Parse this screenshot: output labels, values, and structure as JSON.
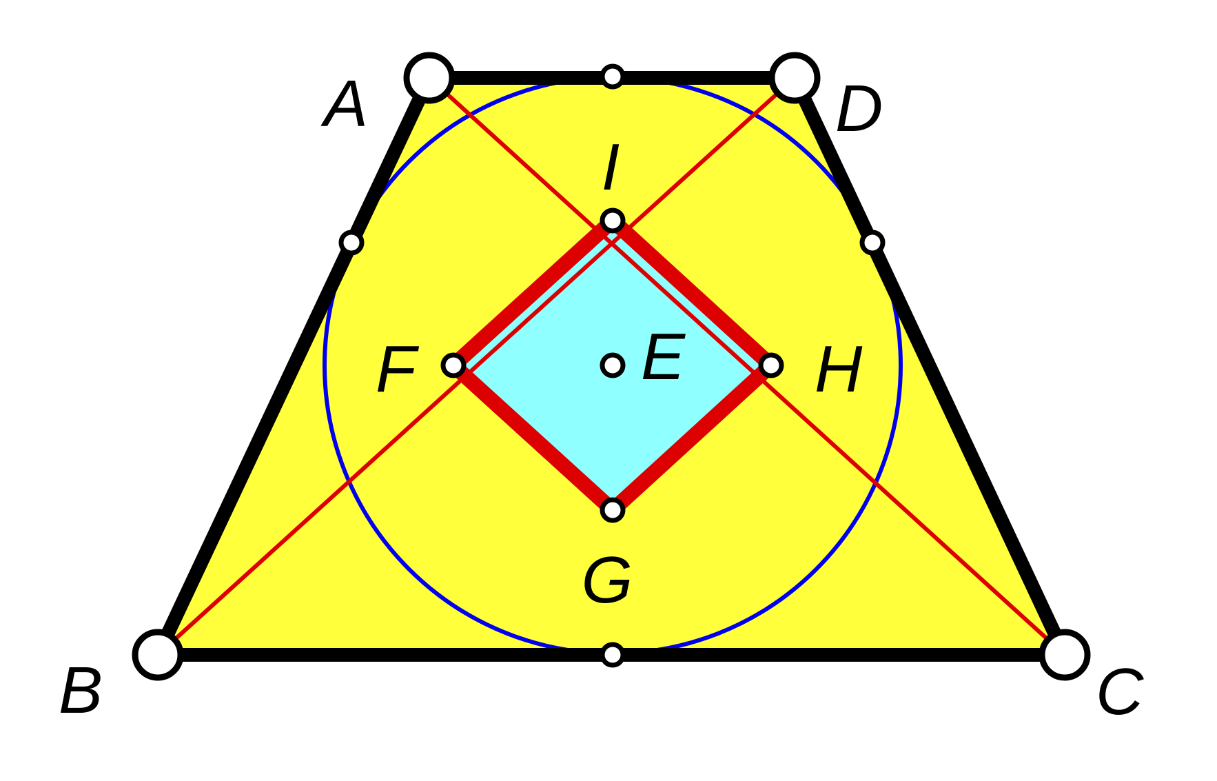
{
  "labels": {
    "A": "A",
    "B": "B",
    "C": "C",
    "D": "D",
    "E": "E",
    "F": "F",
    "G": "G",
    "H": "H",
    "I": "I"
  },
  "colors": {
    "trapezoid_fill": "#ffff3c",
    "rhombus_fill": "#8fffff",
    "circle_stroke": "#0000ee",
    "diagonal_stroke": "#dd0000",
    "rhombus_stroke": "#dd0000",
    "trapezoid_stroke": "#000000",
    "point_fill": "#ffffff",
    "point_stroke": "#000000"
  }
}
